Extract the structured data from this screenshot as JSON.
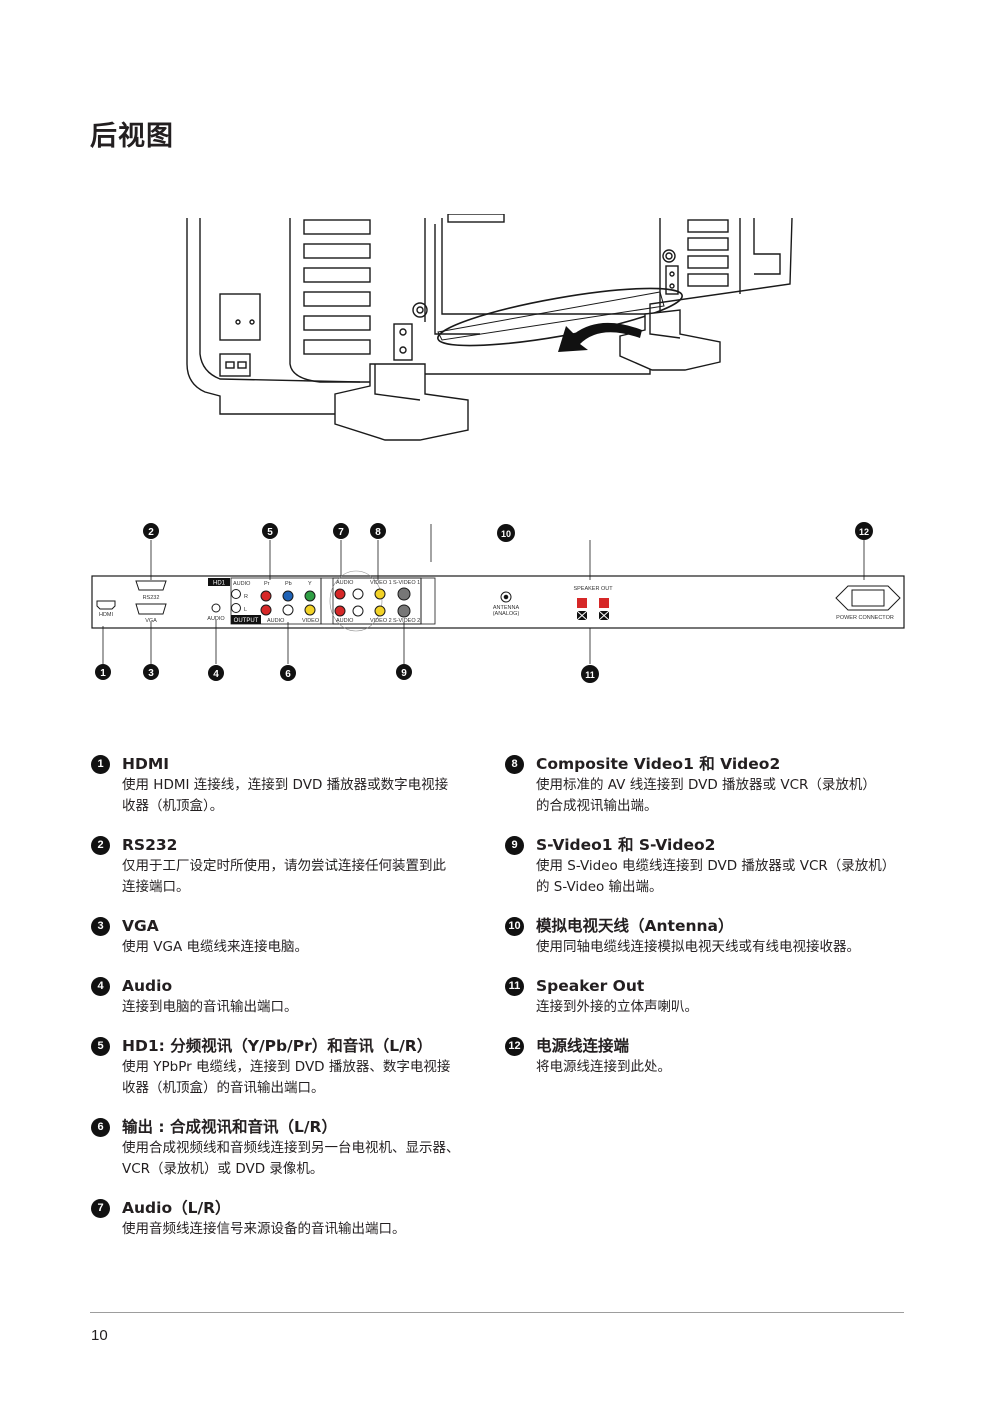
{
  "title": "后视图",
  "diagram": {
    "labels": {
      "hdmi": "HDMI",
      "rs232": "RS232",
      "vga": "VGA",
      "audio": "AUDIO",
      "hd1": "HD1",
      "pr": "Pr",
      "pb": "Pb",
      "y": "Y",
      "r": "R",
      "l": "L",
      "output": "OUTPUT",
      "video": "VIDEO",
      "video1": "VIDEO 1",
      "svideo1": "S-VIDEO 1",
      "video2": "VIDEO 2",
      "svideo2": "S-VIDEO 2",
      "antenna": "ANTENNA",
      "analog": "(ANALOG)",
      "speaker_out": "SPEAKER OUT",
      "power_connector": "POWER CONNECTOR"
    },
    "callouts": [
      "1",
      "2",
      "3",
      "4",
      "5",
      "6",
      "7",
      "8",
      "9",
      "10",
      "11",
      "12"
    ]
  },
  "items_left": [
    {
      "num": "1",
      "title": "HDMI",
      "desc": [
        "使用 HDMI 连接线，连接到 DVD 播放器或数字电视接",
        "收器（机顶盒）。"
      ]
    },
    {
      "num": "2",
      "title": "RS232",
      "desc": [
        "仅用于工厂设定时所使用，请勿尝试连接任何装置到此",
        "连接端口。"
      ]
    },
    {
      "num": "3",
      "title": "VGA",
      "desc": [
        "使用 VGA 电缆线来连接电脑。"
      ]
    },
    {
      "num": "4",
      "title": "Audio",
      "desc": [
        "连接到电脑的音讯输出端口。"
      ]
    },
    {
      "num": "5",
      "title": "HD1: 分频视讯（Y/Pb/Pr）和音讯（L/R）",
      "desc": [
        "使用 YPbPr 电缆线，连接到 DVD 播放器、数字电视接",
        "收器（机顶盒）的音讯输出端口。"
      ]
    },
    {
      "num": "6",
      "title": "输出 : 合成视讯和音讯（L/R）",
      "desc": [
        "使用合成视频线和音频线连接到另一台电视机、显示器、",
        "VCR（录放机）或 DVD 录像机。"
      ]
    },
    {
      "num": "7",
      "title": "Audio（L/R）",
      "desc": [
        "使用音频线连接信号来源设备的音讯输出端口。"
      ]
    }
  ],
  "items_right": [
    {
      "num": "8",
      "title": "Composite Video1 和 Video2",
      "desc": [
        "使用标准的 AV 线连接到 DVD 播放器或 VCR（录放机）",
        "的合成视讯输出端。"
      ]
    },
    {
      "num": "9",
      "title": "S-Video1 和 S-Video2",
      "desc": [
        "使用 S-Video 电缆线连接到 DVD 播放器或 VCR（录放机）",
        "的 S-Video 输出端。"
      ]
    },
    {
      "num": "10",
      "title": "模拟电视天线（Antenna）",
      "desc": [
        "使用同轴电缆线连接模拟电视天线或有线电视接收器。"
      ]
    },
    {
      "num": "11",
      "title": "Speaker Out",
      "desc": [
        "连接到外接的立体声喇叭。"
      ]
    },
    {
      "num": "12",
      "title": "电源线连接端",
      "desc": [
        "将电源线连接到此处。"
      ]
    }
  ],
  "page_number": "10"
}
